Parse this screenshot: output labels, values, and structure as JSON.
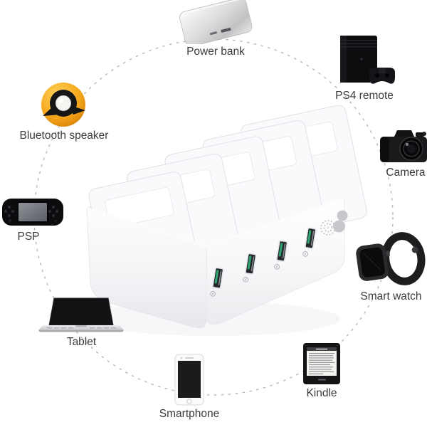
{
  "diagram": {
    "center_product": "white 4-port USB charging station with divider panels",
    "station": {
      "usb_ports": 4,
      "divider_panels": 5
    }
  },
  "devices": [
    {
      "id": "power-bank",
      "label": "Power bank",
      "icon": "power-bank-icon"
    },
    {
      "id": "ps4-remote",
      "label": "PS4 remote",
      "icon": "ps4-console-controller-icon"
    },
    {
      "id": "camera",
      "label": "Camera",
      "icon": "dslr-camera-icon"
    },
    {
      "id": "smart-watch",
      "label": "Smart watch",
      "icon": "smart-watch-icon"
    },
    {
      "id": "kindle",
      "label": "Kindle",
      "icon": "kindle-ereader-icon"
    },
    {
      "id": "smartphone",
      "label": "Smartphone",
      "icon": "smartphone-icon"
    },
    {
      "id": "tablet",
      "label": "Tablet",
      "icon": "laptop-icon"
    },
    {
      "id": "psp",
      "label": "PSP",
      "icon": "psp-handheld-icon"
    },
    {
      "id": "bluetooth-speaker",
      "label": "Bluetooth speaker",
      "icon": "bluetooth-speaker-icon"
    }
  ],
  "colors": {
    "background": "#ffffff",
    "label_text": "#3b3b3d",
    "dashed_circle": "#b7b7bc",
    "station_body": "#ffffff",
    "usb_port_slot": "#24282d",
    "usb_port_accent": "#2ea46f",
    "speaker_orange": "#f6a81c"
  }
}
